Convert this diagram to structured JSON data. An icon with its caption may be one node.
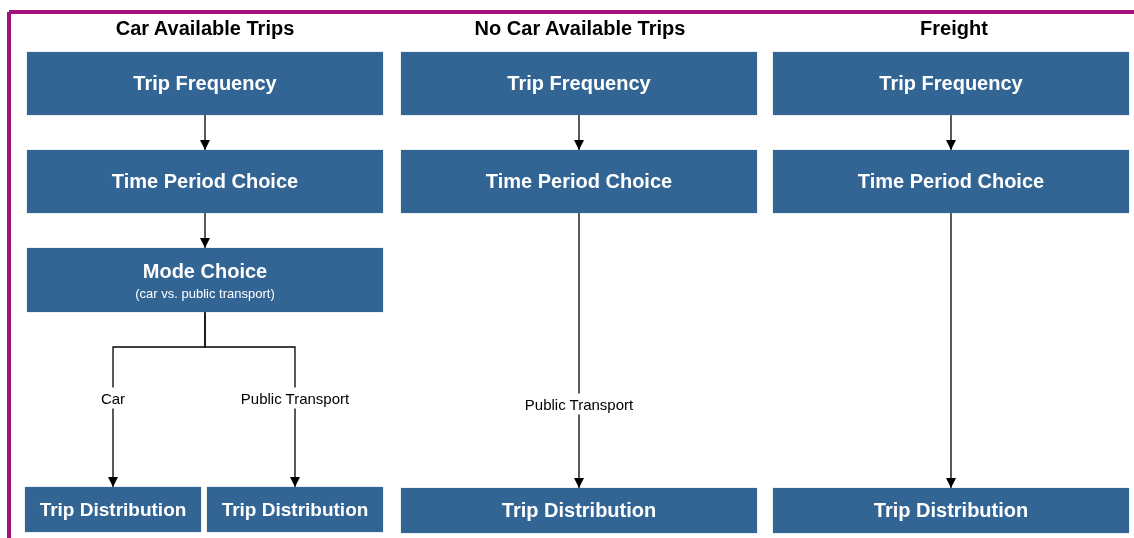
{
  "diagram": {
    "nodes": [
      {
        "text": [
          "Trip Frequency"
        ]
      },
      {
        "text": [
          "Time Period Choice"
        ]
      },
      {
        "text": [
          "Mode Choice",
          "(car vs. public transport)"
        ]
      },
      {
        "text": [
          "Trip Distribution"
        ]
      },
      {
        "text": [
          "Trip Distribution"
        ]
      },
      {
        "text": [
          "Trip Frequency"
        ]
      },
      {
        "text": [
          "Time Period Choice"
        ]
      },
      {
        "text": [
          "Trip Distribution"
        ]
      },
      {
        "text": [
          "Trip Frequency"
        ]
      },
      {
        "text": [
          "Time Period Choice"
        ]
      },
      {
        "text": [
          "Trip Distribution"
        ]
      }
    ],
    "edges": [
      {
        "from": 0,
        "to": 1,
        "arrow": "to"
      },
      {
        "from": 1,
        "to": 2,
        "arrow": "to"
      },
      {
        "from": 2,
        "to": 3,
        "arrow": "to",
        "label": "Car"
      },
      {
        "from": 2,
        "to": 4,
        "arrow": "to",
        "label": "Public Transport"
      },
      {
        "from": 5,
        "to": 6,
        "arrow": "to"
      },
      {
        "from": 6,
        "to": 7,
        "arrow": "to",
        "label": "Public Transport"
      },
      {
        "from": 8,
        "to": 9,
        "arrow": "to"
      },
      {
        "from": 9,
        "to": 10,
        "arrow": "to"
      }
    ],
    "labels": [
      "Car Available Trips",
      "No Car Available Trips",
      "Freight"
    ]
  }
}
